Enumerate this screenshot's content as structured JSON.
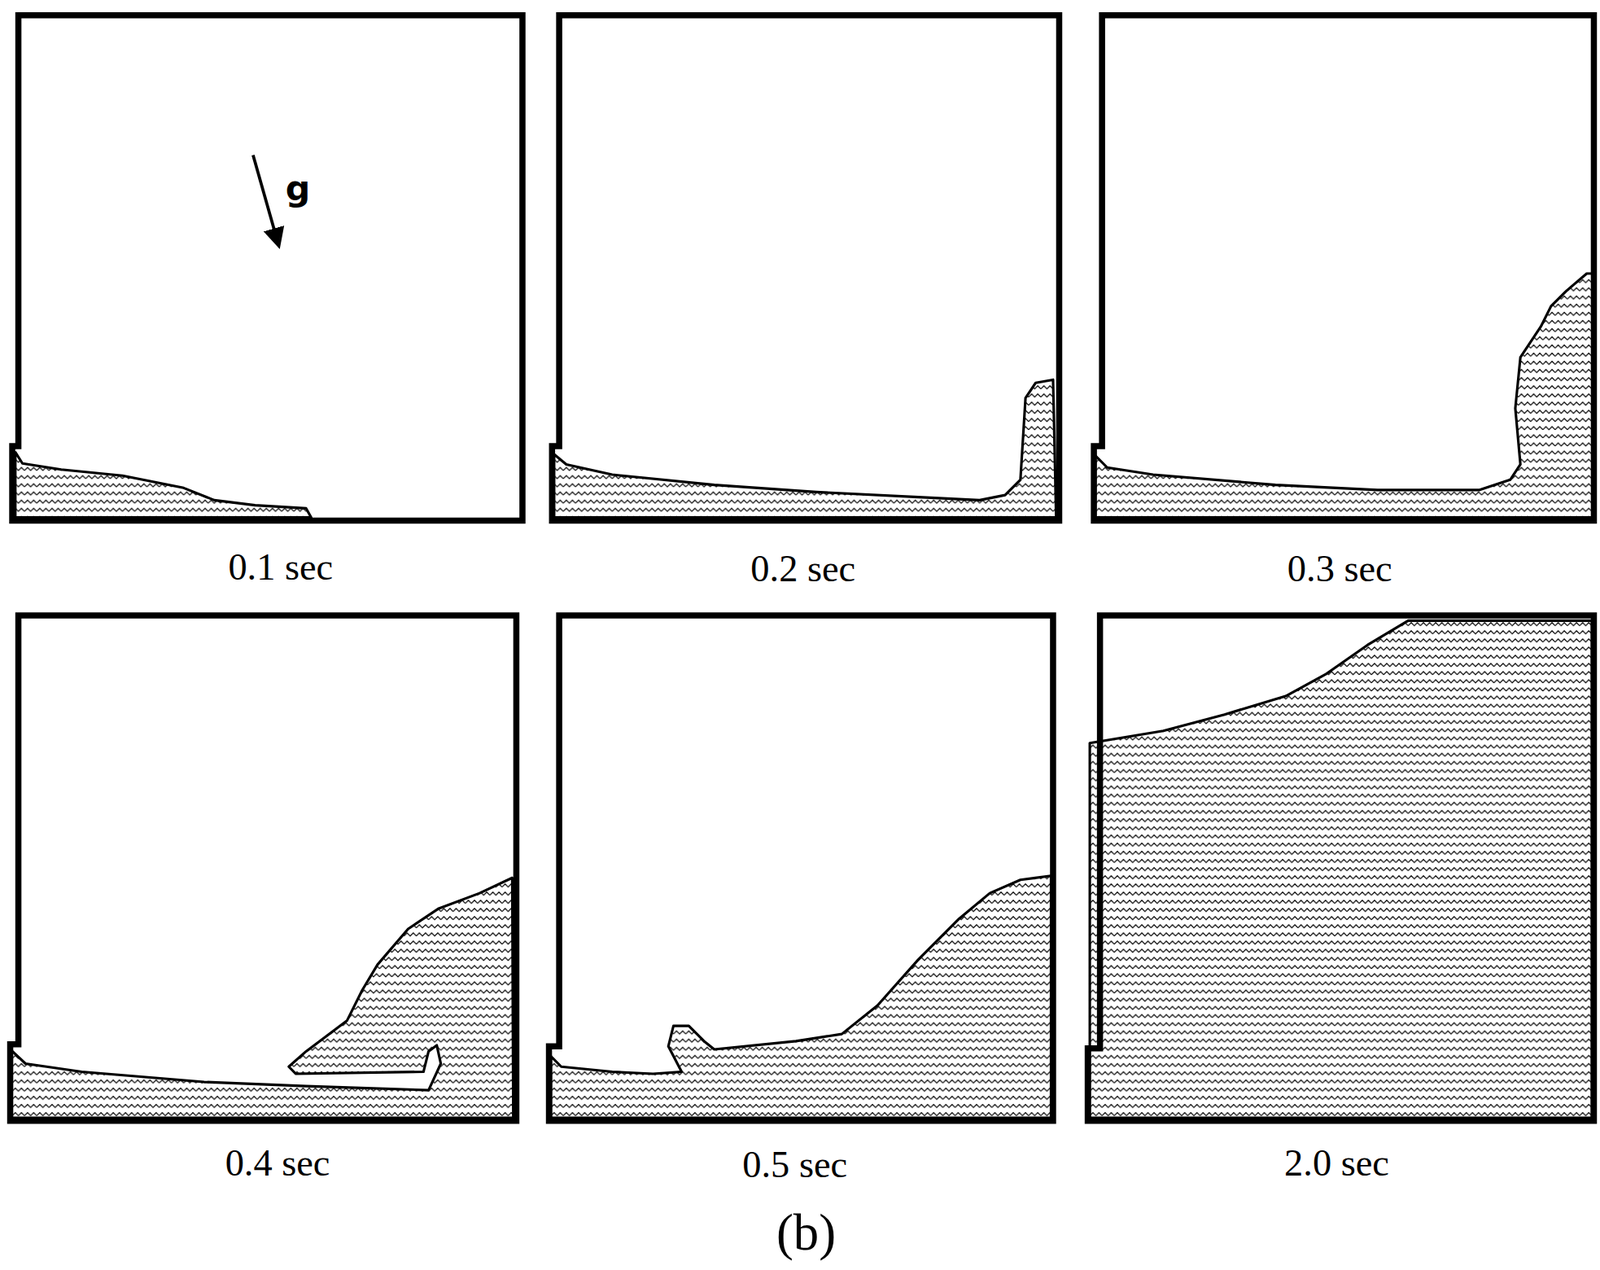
{
  "diagram": {
    "labels": [
      "g",
      "0.1 sec",
      "0.2 sec",
      "0.3 sec",
      "0.4 sec",
      "0.5 sec",
      "2.0 sec",
      "(b)"
    ]
  }
}
